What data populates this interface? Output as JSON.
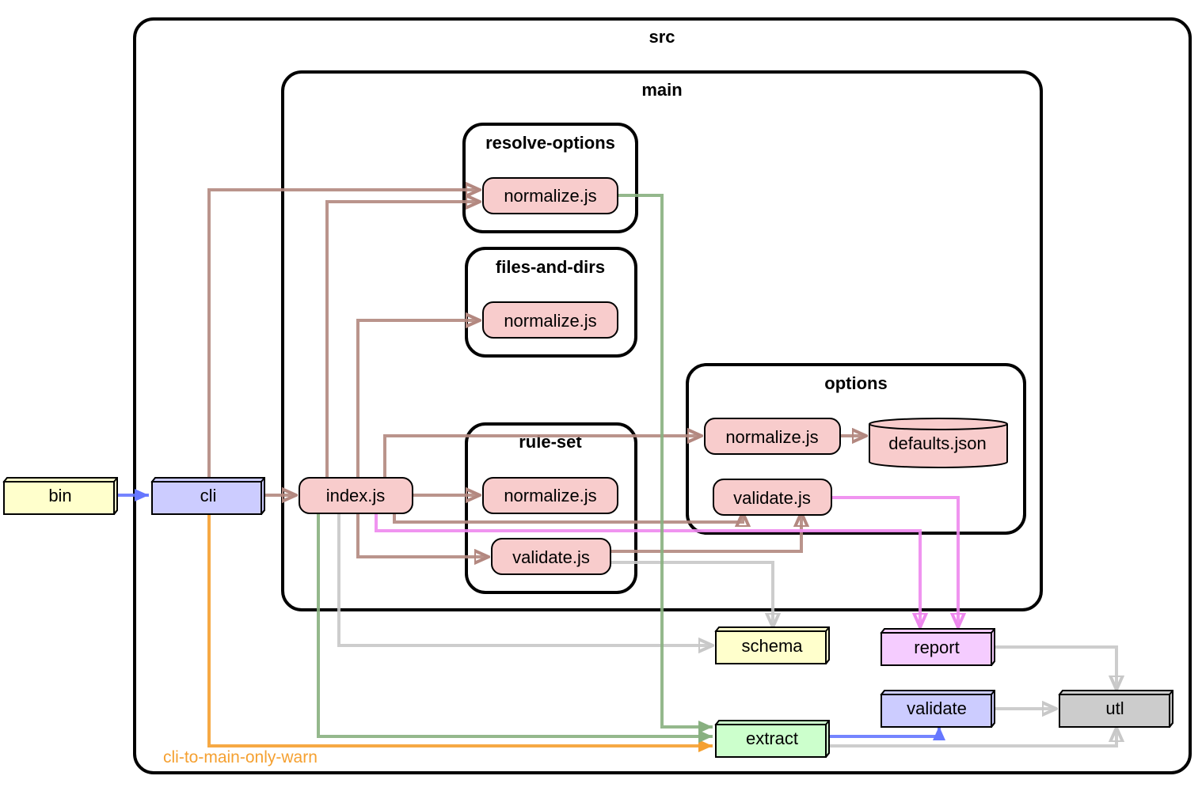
{
  "clusters": {
    "src": "src",
    "main": "main",
    "resolve_options": "resolve-options",
    "files_and_dirs": "files-and-dirs",
    "rule_set": "rule-set",
    "options": "options"
  },
  "nodes": {
    "bin": "bin",
    "cli": "cli",
    "index": "index.js",
    "ro_normalize": "normalize.js",
    "fd_normalize": "normalize.js",
    "rs_normalize": "normalize.js",
    "rs_validate": "validate.js",
    "opt_normalize": "normalize.js",
    "opt_defaults": "defaults.json",
    "opt_validate": "validate.js",
    "schema": "schema",
    "report": "report",
    "extract": "extract",
    "validate": "validate",
    "utl": "utl"
  },
  "edge_labels": {
    "cli_to_extract": "cli-to-main-only-warn"
  },
  "colors": {
    "folder_fill_yellow": "#ffffcc",
    "folder_fill_blue": "#ccccff",
    "folder_fill_pink": "#f5ccff",
    "folder_fill_green": "#ccffcc",
    "folder_fill_grey": "#cccccc",
    "file_fill": "#f8cccc",
    "edge_brown": "#b38880",
    "edge_green": "#88b080",
    "edge_grey": "#cccccc",
    "edge_pink": "#ee88ee",
    "edge_blue": "#6677ff",
    "edge_orange": "#f5a030"
  }
}
